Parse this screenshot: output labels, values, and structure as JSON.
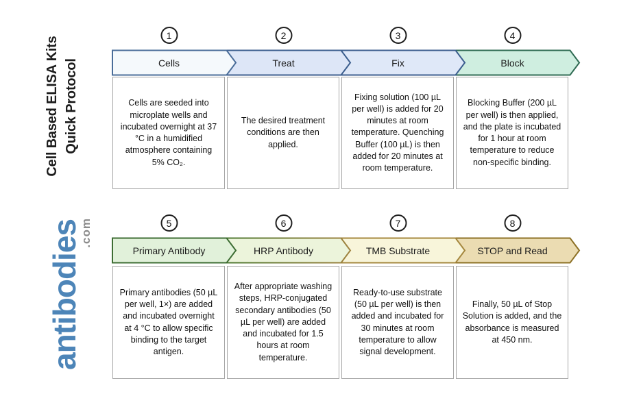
{
  "page": {
    "background": "#ffffff"
  },
  "sidebar": {
    "title_line1": "Cell Based ELISA Kits",
    "title_line2": "Quick Protocol",
    "brand": "antibodies",
    "brand_suffix": ".com",
    "brand_color": "#4d85b8",
    "brand_suffix_color": "#8b8b8b"
  },
  "steps": [
    {
      "number": "1",
      "title": "Cells",
      "description": "Cells are seeded into microplate wells and incubated overnight at 37 °C in a humidified atmosphere containing 5% CO₂.",
      "fill_color": "#f5f9fc",
      "border_color": "#4a6d99"
    },
    {
      "number": "2",
      "title": "Treat",
      "description": "The desired treatment conditions are then applied.",
      "fill_color": "#dde6f7",
      "border_color": "#3c5e8e"
    },
    {
      "number": "3",
      "title": "Fix",
      "description": "Fixing solution (100 µL per well) is added for 20 minutes at room temperature. Quenching Buffer (100 µL) is then added for 20 minutes at room temperature.",
      "fill_color": "#dfe8f8",
      "border_color": "#3c5e8e"
    },
    {
      "number": "4",
      "title": "Block",
      "description": "Blocking Buffer (200 µL per well) is then applied, and the plate is incubated for 1 hour at room temperature to reduce non-specific binding.",
      "fill_color": "#cfeee0",
      "border_color": "#2f6b53"
    },
    {
      "number": "5",
      "title": "Primary Antibody",
      "description": "Primary antibodies (50 µL per well, 1×) are added and incubated overnight at 4 °C to allow specific binding to the target antigen.",
      "fill_color": "#e1f1da",
      "border_color": "#3d6d33"
    },
    {
      "number": "6",
      "title": "HRP Antibody",
      "description": "After appropriate washing steps, HRP-conjugated secondary antibodies (50 µL per well) are added and incubated for 1.5 hours at room temperature.",
      "fill_color": "#ecf4db",
      "border_color_from": "#4e7a33",
      "border_color_to": "#a08340"
    },
    {
      "number": "7",
      "title": "TMB Substrate",
      "description": "Ready-to-use substrate (50 µL per well) is then added and incubated for 30 minutes at room temperature to allow signal development.",
      "fill_color": "#f8f5da",
      "border_color": "#a5873e"
    },
    {
      "number": "8",
      "title": "STOP and Read",
      "description": "Finally, 50 µL of Stop Solution is added, and the absorbance is measured at 450 nm.",
      "fill_color": "#ebdcb2",
      "border_color": "#8d7126"
    }
  ]
}
